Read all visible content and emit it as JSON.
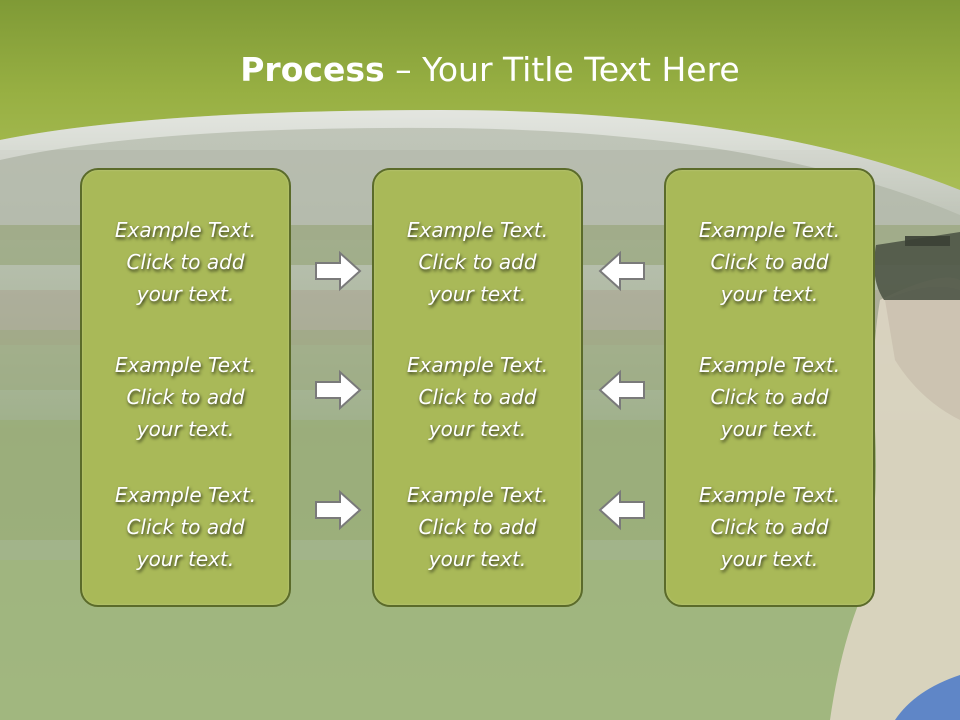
{
  "slide": {
    "title_bold": "Process",
    "title_separator": " – ",
    "title_rest": "Your Title Text Here"
  },
  "columns": [
    {
      "items": [
        {
          "line1": "Example Text.",
          "line2": "Click  to add",
          "line3": "your text."
        },
        {
          "line1": "Example Text.",
          "line2": "Click  to add",
          "line3": "your text."
        },
        {
          "line1": "Example Text.",
          "line2": "Click  to add",
          "line3": "your text."
        }
      ]
    },
    {
      "items": [
        {
          "line1": "Example Text.",
          "line2": "Click  to add",
          "line3": "your text."
        },
        {
          "line1": "Example Text.",
          "line2": "Click  to add",
          "line3": "your text."
        },
        {
          "line1": "Example Text.",
          "line2": "Click  to add",
          "line3": "your text."
        }
      ]
    },
    {
      "items": [
        {
          "line1": "Example Text.",
          "line2": "Click  to add",
          "line3": "your text."
        },
        {
          "line1": "Example Text.",
          "line2": "Click  to add",
          "line3": "your text."
        },
        {
          "line1": "Example Text.",
          "line2": "Click  to add",
          "line3": "your text."
        }
      ]
    }
  ],
  "arrows": {
    "left_pointing": "right-arrow-icon",
    "right_pointing": "left-arrow-icon"
  },
  "colors": {
    "header_green": "#9cb048",
    "box_fill": "#a9b958",
    "box_border": "#5b6b2a",
    "arrow_fill": "#ffffff",
    "arrow_stroke": "#7a7a7a"
  }
}
